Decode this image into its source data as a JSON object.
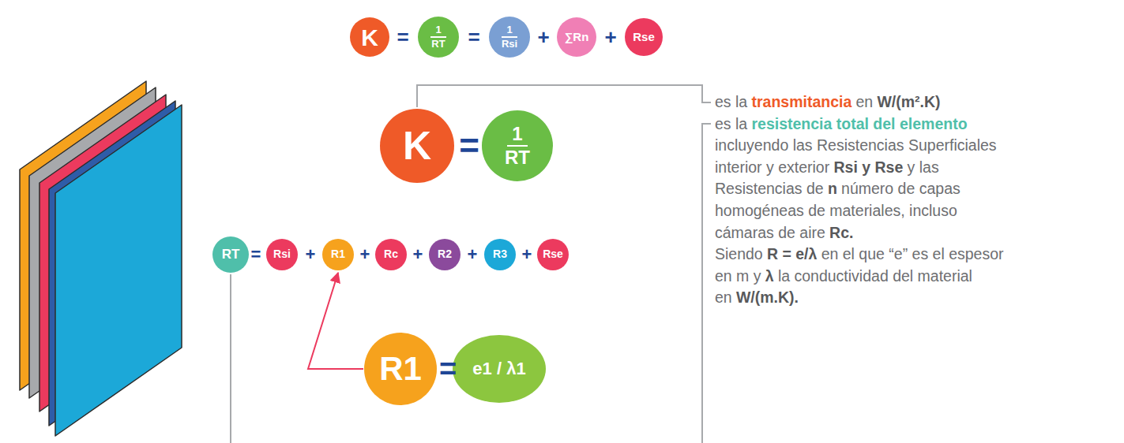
{
  "diagram": {
    "nodes": [
      {
        "text": [
          "K"
        ]
      },
      {
        "text": [
          "1",
          "RT"
        ]
      },
      {
        "text": [
          "1",
          "Rsi"
        ]
      },
      {
        "text": [
          "∑Rn"
        ]
      },
      {
        "text": [
          "Rse"
        ]
      },
      {
        "text": [
          "K"
        ]
      },
      {
        "text": [
          "1",
          "RT"
        ]
      },
      {
        "text": [
          "RT"
        ]
      },
      {
        "text": [
          "Rsi"
        ]
      },
      {
        "text": [
          "R1"
        ]
      },
      {
        "text": [
          "Rc"
        ]
      },
      {
        "text": [
          "R2"
        ]
      },
      {
        "text": [
          "R3"
        ]
      },
      {
        "text": [
          "Rse"
        ]
      },
      {
        "text": [
          "R1"
        ]
      },
      {
        "text": [
          "e1 / λ1"
        ]
      }
    ],
    "edges": [
      {
        "from": 14,
        "to": 9,
        "arrow": "to"
      }
    ],
    "labels": [
      "=",
      "=",
      "+",
      "+",
      "=",
      "=",
      "+",
      "+",
      "+",
      "+",
      "+",
      "=",
      "es la",
      "transmitancia",
      "en",
      "W/(m².K)",
      "es la",
      "resistencia total del elemento",
      "incluyendo las Resistencias Superficiales",
      "interior y exterior",
      "Rsi y Rse",
      "y las",
      "Resistencias de",
      "n",
      "número de capas",
      "homogéneas de materiales, incluso",
      "cámaras de aire",
      "Rc.",
      "Siendo",
      "R = e/λ",
      "en el que “e” es el espesor",
      "en m y",
      "λ",
      "la conductividad del material",
      "en",
      "W/(m.K)."
    ]
  }
}
